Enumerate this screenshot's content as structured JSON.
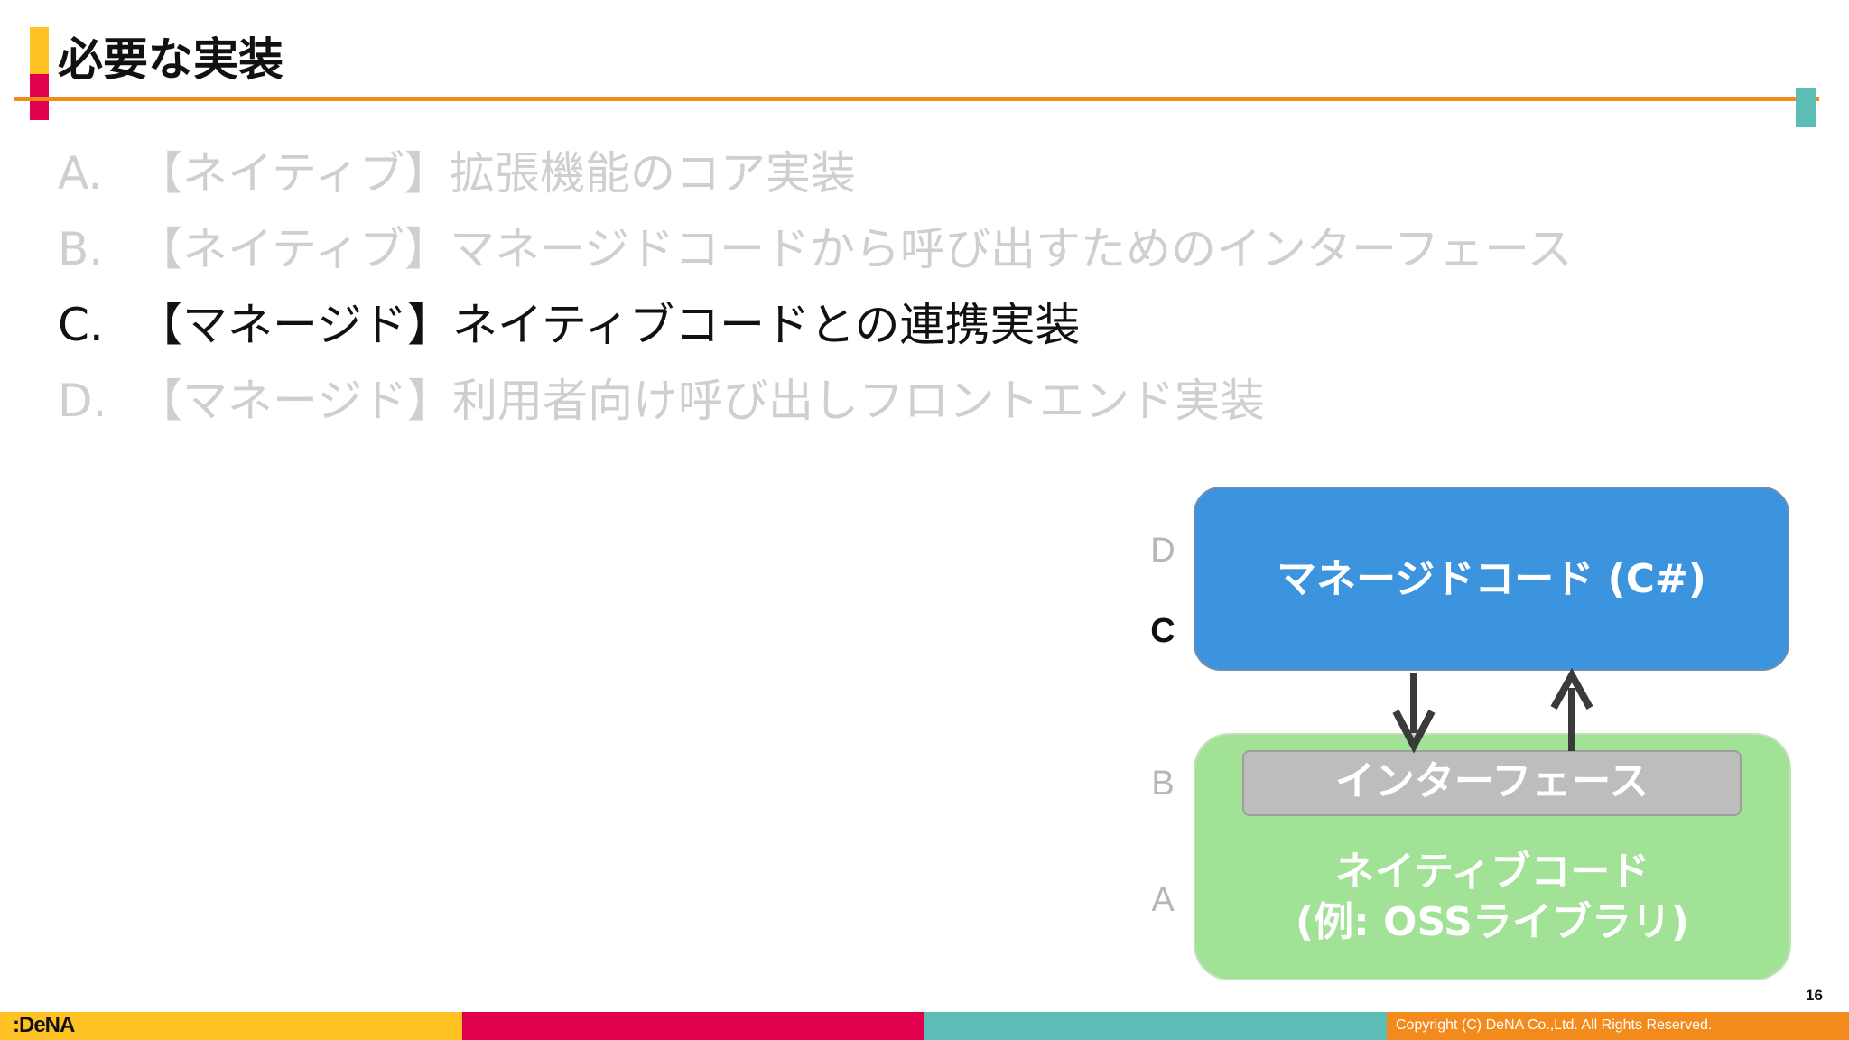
{
  "slide": {
    "title": "必要な実装",
    "page_number": "16"
  },
  "agenda": [
    {
      "letter": "A.",
      "text": "【ネイティブ】拡張機能のコア実装",
      "active": false
    },
    {
      "letter": "B.",
      "text": "【ネイティブ】マネージドコードから呼び出すためのインターフェース",
      "active": false
    },
    {
      "letter": "C.",
      "text": "【マネージド】ネイティブコードとの連携実装",
      "active": true
    },
    {
      "letter": "D.",
      "text": "【マネージド】利用者向け呼び出しフロントエンド実装",
      "active": false
    }
  ],
  "diagram": {
    "labels": {
      "d": "D",
      "c": "C",
      "b": "B",
      "a": "A"
    },
    "managed_code": "マネージドコード (C#)",
    "interface": "インターフェース",
    "native_code_line1": "ネイティブコード",
    "native_code_line2": "(例: OSSライブラリ)"
  },
  "footer": {
    "logo": ":DeNA",
    "copyright": "Copyright (C) DeNA Co.,Ltd. All Rights Reserved."
  },
  "colors": {
    "yellow": "#FFC225",
    "red": "#E0004D",
    "teal": "#5BBDB6",
    "orange": "#F28B1B",
    "managed_blue": "#3C93DE",
    "native_green": "#A2E296",
    "interface_gray": "#BDBDBD"
  }
}
